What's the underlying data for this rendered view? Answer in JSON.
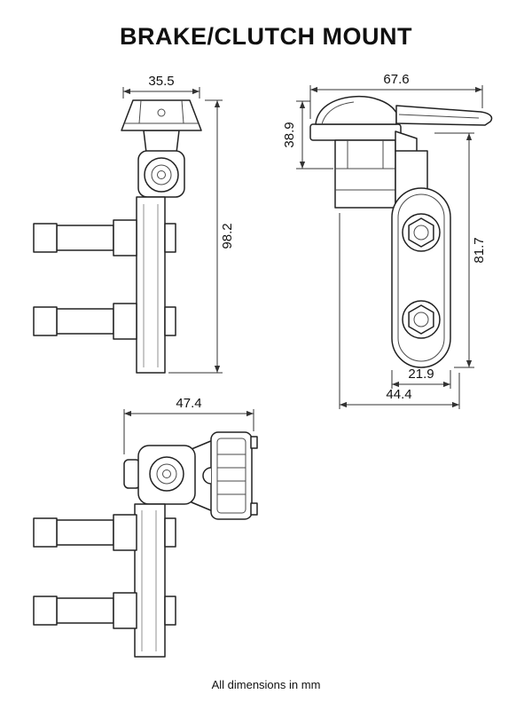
{
  "header": {
    "title": "BRAKE/CLUTCH MOUNT"
  },
  "note": "All dimensions in mm",
  "views": {
    "front": {
      "dims": {
        "plate_width_mm": "35.5",
        "overall_height_mm": "98.2"
      }
    },
    "side": {
      "dims": {
        "overall_width_mm": "67.6",
        "head_height_mm": "38.9",
        "plate_height_mm": "81.7",
        "plate_width_mm": "21.9",
        "overall_depth_mm": "44.4"
      }
    },
    "profile": {
      "dims": {
        "overall_width_mm": "47.4"
      }
    }
  }
}
